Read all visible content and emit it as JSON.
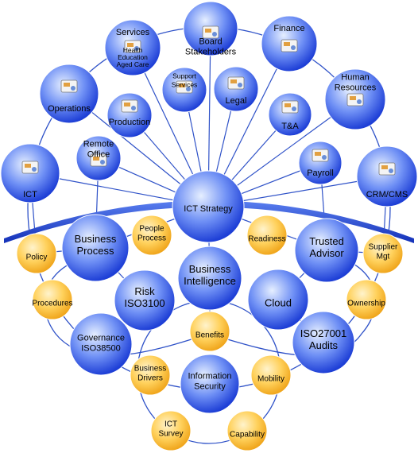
{
  "nodes": {
    "board": {
      "label": [
        "Board",
        "Stakeholders"
      ],
      "icon": "meeting-icon"
    },
    "services": {
      "label": [
        "Services"
      ],
      "sublabel": [
        "Health",
        "Education",
        "Aged Care"
      ],
      "icon": "service-people-icon"
    },
    "finance": {
      "label": [
        "Finance"
      ],
      "icon": "finance-calculator-icon"
    },
    "operations": {
      "label": [
        "Operations"
      ],
      "icon": "worker-desk-icon"
    },
    "human_resources": {
      "label": [
        "Human",
        "Resources"
      ],
      "icon": "documents-stack-icon"
    },
    "support_services": {
      "label": [
        "Support",
        "Services"
      ],
      "icon": "support-boxes-icon"
    },
    "legal": {
      "label": [
        "Legal"
      ],
      "icon": "gavel-icon"
    },
    "production": {
      "label": [
        "Production"
      ],
      "icon": "production-people-icon"
    },
    "ta": {
      "label": [
        "T&A"
      ],
      "icon": "document-check-icon"
    },
    "remote_office": {
      "label": [
        "Remote",
        "Office"
      ],
      "icon": "remote-worker-icon"
    },
    "payroll": {
      "label": [
        "Payroll"
      ],
      "icon": "payroll-stack-icon"
    },
    "ict": {
      "label": [
        "ICT"
      ],
      "icon": "server-rack-icon"
    },
    "crm_cms": {
      "label": [
        "CRM/CMS"
      ],
      "icon": "files-icon"
    },
    "ict_strategy": {
      "label": [
        "ICT Strategy"
      ]
    },
    "business_process": {
      "label": [
        "Business",
        "Process"
      ]
    },
    "trusted_advisor": {
      "label": [
        "Trusted",
        "Advisor"
      ]
    },
    "business_intelligence": {
      "label": [
        "Business",
        "Intelligence"
      ]
    },
    "risk": {
      "label": [
        "Risk",
        "ISO3100"
      ]
    },
    "cloud": {
      "label": [
        "Cloud"
      ]
    },
    "governance": {
      "label": [
        "Governance",
        "ISO38500"
      ]
    },
    "iso27001": {
      "label": [
        "ISO27001",
        "Audits"
      ]
    },
    "information_security": {
      "label": [
        "Information",
        "Security"
      ]
    },
    "people_process": {
      "label": [
        "People",
        "Process"
      ]
    },
    "readiness": {
      "label": [
        "Readiness"
      ]
    },
    "policy": {
      "label": [
        "Policy"
      ]
    },
    "supplier_mgt": {
      "label": [
        "Supplier",
        "Mgt"
      ]
    },
    "procedures": {
      "label": [
        "Procedures"
      ]
    },
    "ownership": {
      "label": [
        "Ownership"
      ]
    },
    "benefits": {
      "label": [
        "Benefits"
      ]
    },
    "business_drivers": {
      "label": [
        "Business",
        "Drivers"
      ]
    },
    "mobility": {
      "label": [
        "Mobility"
      ]
    },
    "ict_survey": {
      "label": [
        "ICT",
        "Survey"
      ]
    },
    "capability": {
      "label": [
        "Capability"
      ]
    }
  },
  "colors": {
    "blue_light": "#e6efff",
    "blue_mid": "#6f90f5",
    "blue_dark": "#1e3fd6",
    "orange_light": "#fff3cc",
    "orange_mid": "#ffd15c",
    "orange_dark": "#f0a61c",
    "line": "#2f52c8",
    "arc": "#1b3fd0"
  }
}
